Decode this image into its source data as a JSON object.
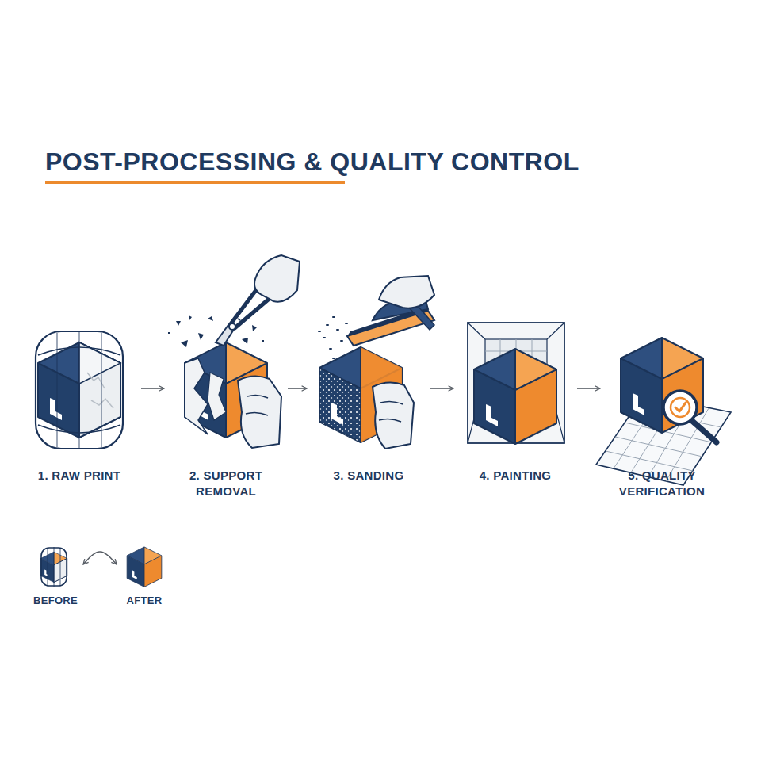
{
  "diagram": {
    "title": "POST-PROCESSING & QUALITY CONTROL",
    "nodes": [
      {
        "text": [
          "1. RAW PRINT"
        ]
      },
      {
        "text": [
          "2. SUPPORT REMOVAL"
        ]
      },
      {
        "text": [
          "3. SANDING"
        ]
      },
      {
        "text": [
          "4. PAINTING"
        ]
      },
      {
        "text": [
          "5. QUALITY VERIFICATION"
        ]
      },
      {
        "text": [
          "BEFORE"
        ]
      },
      {
        "text": [
          "AFTER"
        ]
      }
    ],
    "edges": [
      {
        "from": 0,
        "to": 1,
        "arrow": "to"
      },
      {
        "from": 1,
        "to": 2,
        "arrow": "to"
      },
      {
        "from": 2,
        "to": 3,
        "arrow": "to"
      },
      {
        "from": 3,
        "to": 4,
        "arrow": "to"
      },
      {
        "from": 5,
        "to": 6,
        "arrow": "both"
      }
    ]
  }
}
